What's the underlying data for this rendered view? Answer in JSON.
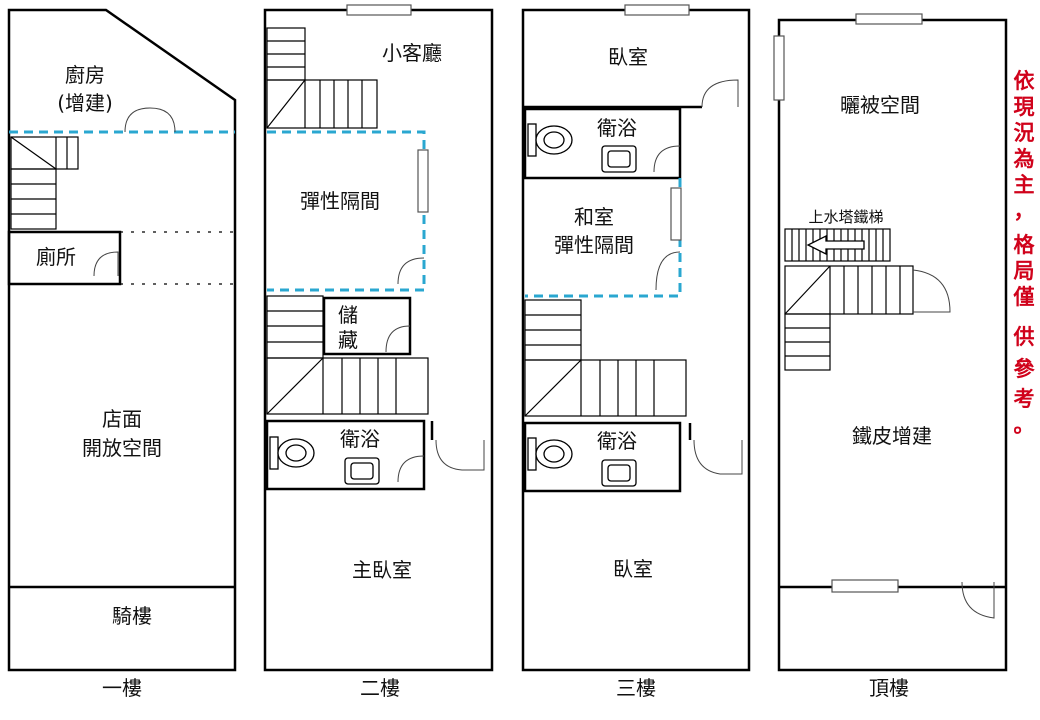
{
  "floors": {
    "f1": {
      "label": "一樓",
      "rooms": {
        "kitchen_1": "廚房",
        "kitchen_2": "(增建)",
        "toilet": "廁所",
        "shop_1": "店面",
        "shop_2": "開放空間",
        "arcade": "騎樓"
      }
    },
    "f2": {
      "label": "二樓",
      "rooms": {
        "living": "小客廳",
        "flex": "彈性隔間",
        "storage_1": "儲",
        "storage_2": "藏",
        "bath": "衛浴",
        "master": "主臥室"
      }
    },
    "f3": {
      "label": "三樓",
      "rooms": {
        "bedroom_front": "臥室",
        "bath_top": "衛浴",
        "japanese_1": "和室",
        "japanese_2": "彈性隔間",
        "bath_bottom": "衛浴",
        "bedroom_back": "臥室"
      }
    },
    "roof": {
      "label": "頂樓",
      "rooms": {
        "drying": "曬被空間",
        "ladder": "上水塔鐵梯",
        "sheet": "鐵皮增建"
      }
    }
  },
  "note": [
    "依",
    "現",
    "況",
    "為",
    "主",
    "，",
    "格",
    "局",
    "僅",
    "供",
    "參",
    "考",
    "。"
  ],
  "colors": {
    "wall": "#000000",
    "dashed_partition": "#2aa7d0",
    "note": "#d0021b"
  }
}
